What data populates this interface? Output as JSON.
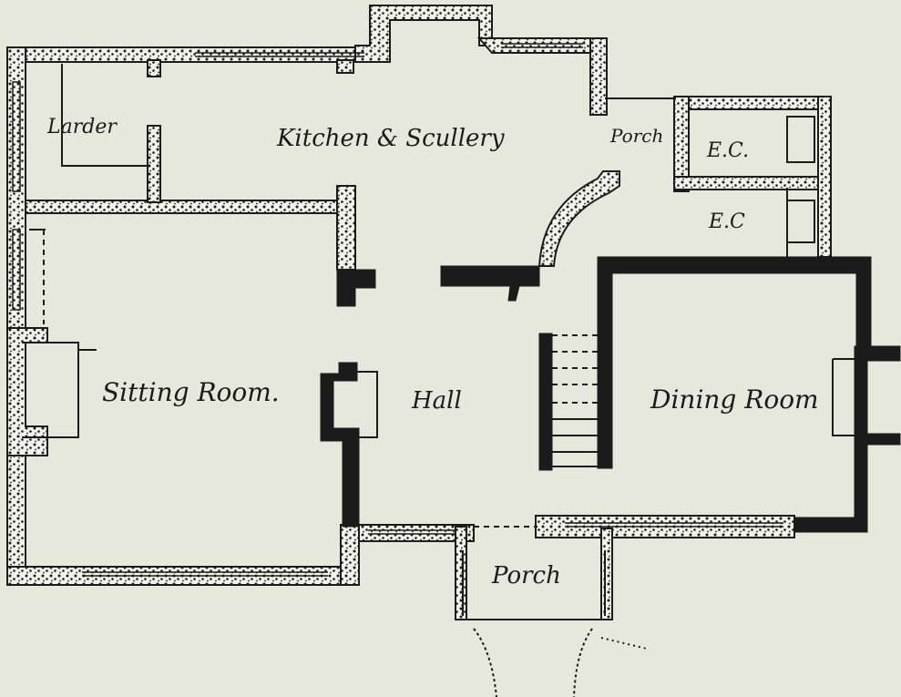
{
  "rooms": {
    "larder": "Larder",
    "kitchen": "Kitchen & Scullery",
    "porch_back": "Porch",
    "ec_upper": "E.C.",
    "ec_lower": "E.C",
    "sitting_room": "Sitting Room.",
    "hall": "Hall",
    "dining_room": "Dining Room",
    "porch_front": "Porch"
  },
  "colors": {
    "paper": "#e6e8dc",
    "ink": "#1b1b1b"
  }
}
